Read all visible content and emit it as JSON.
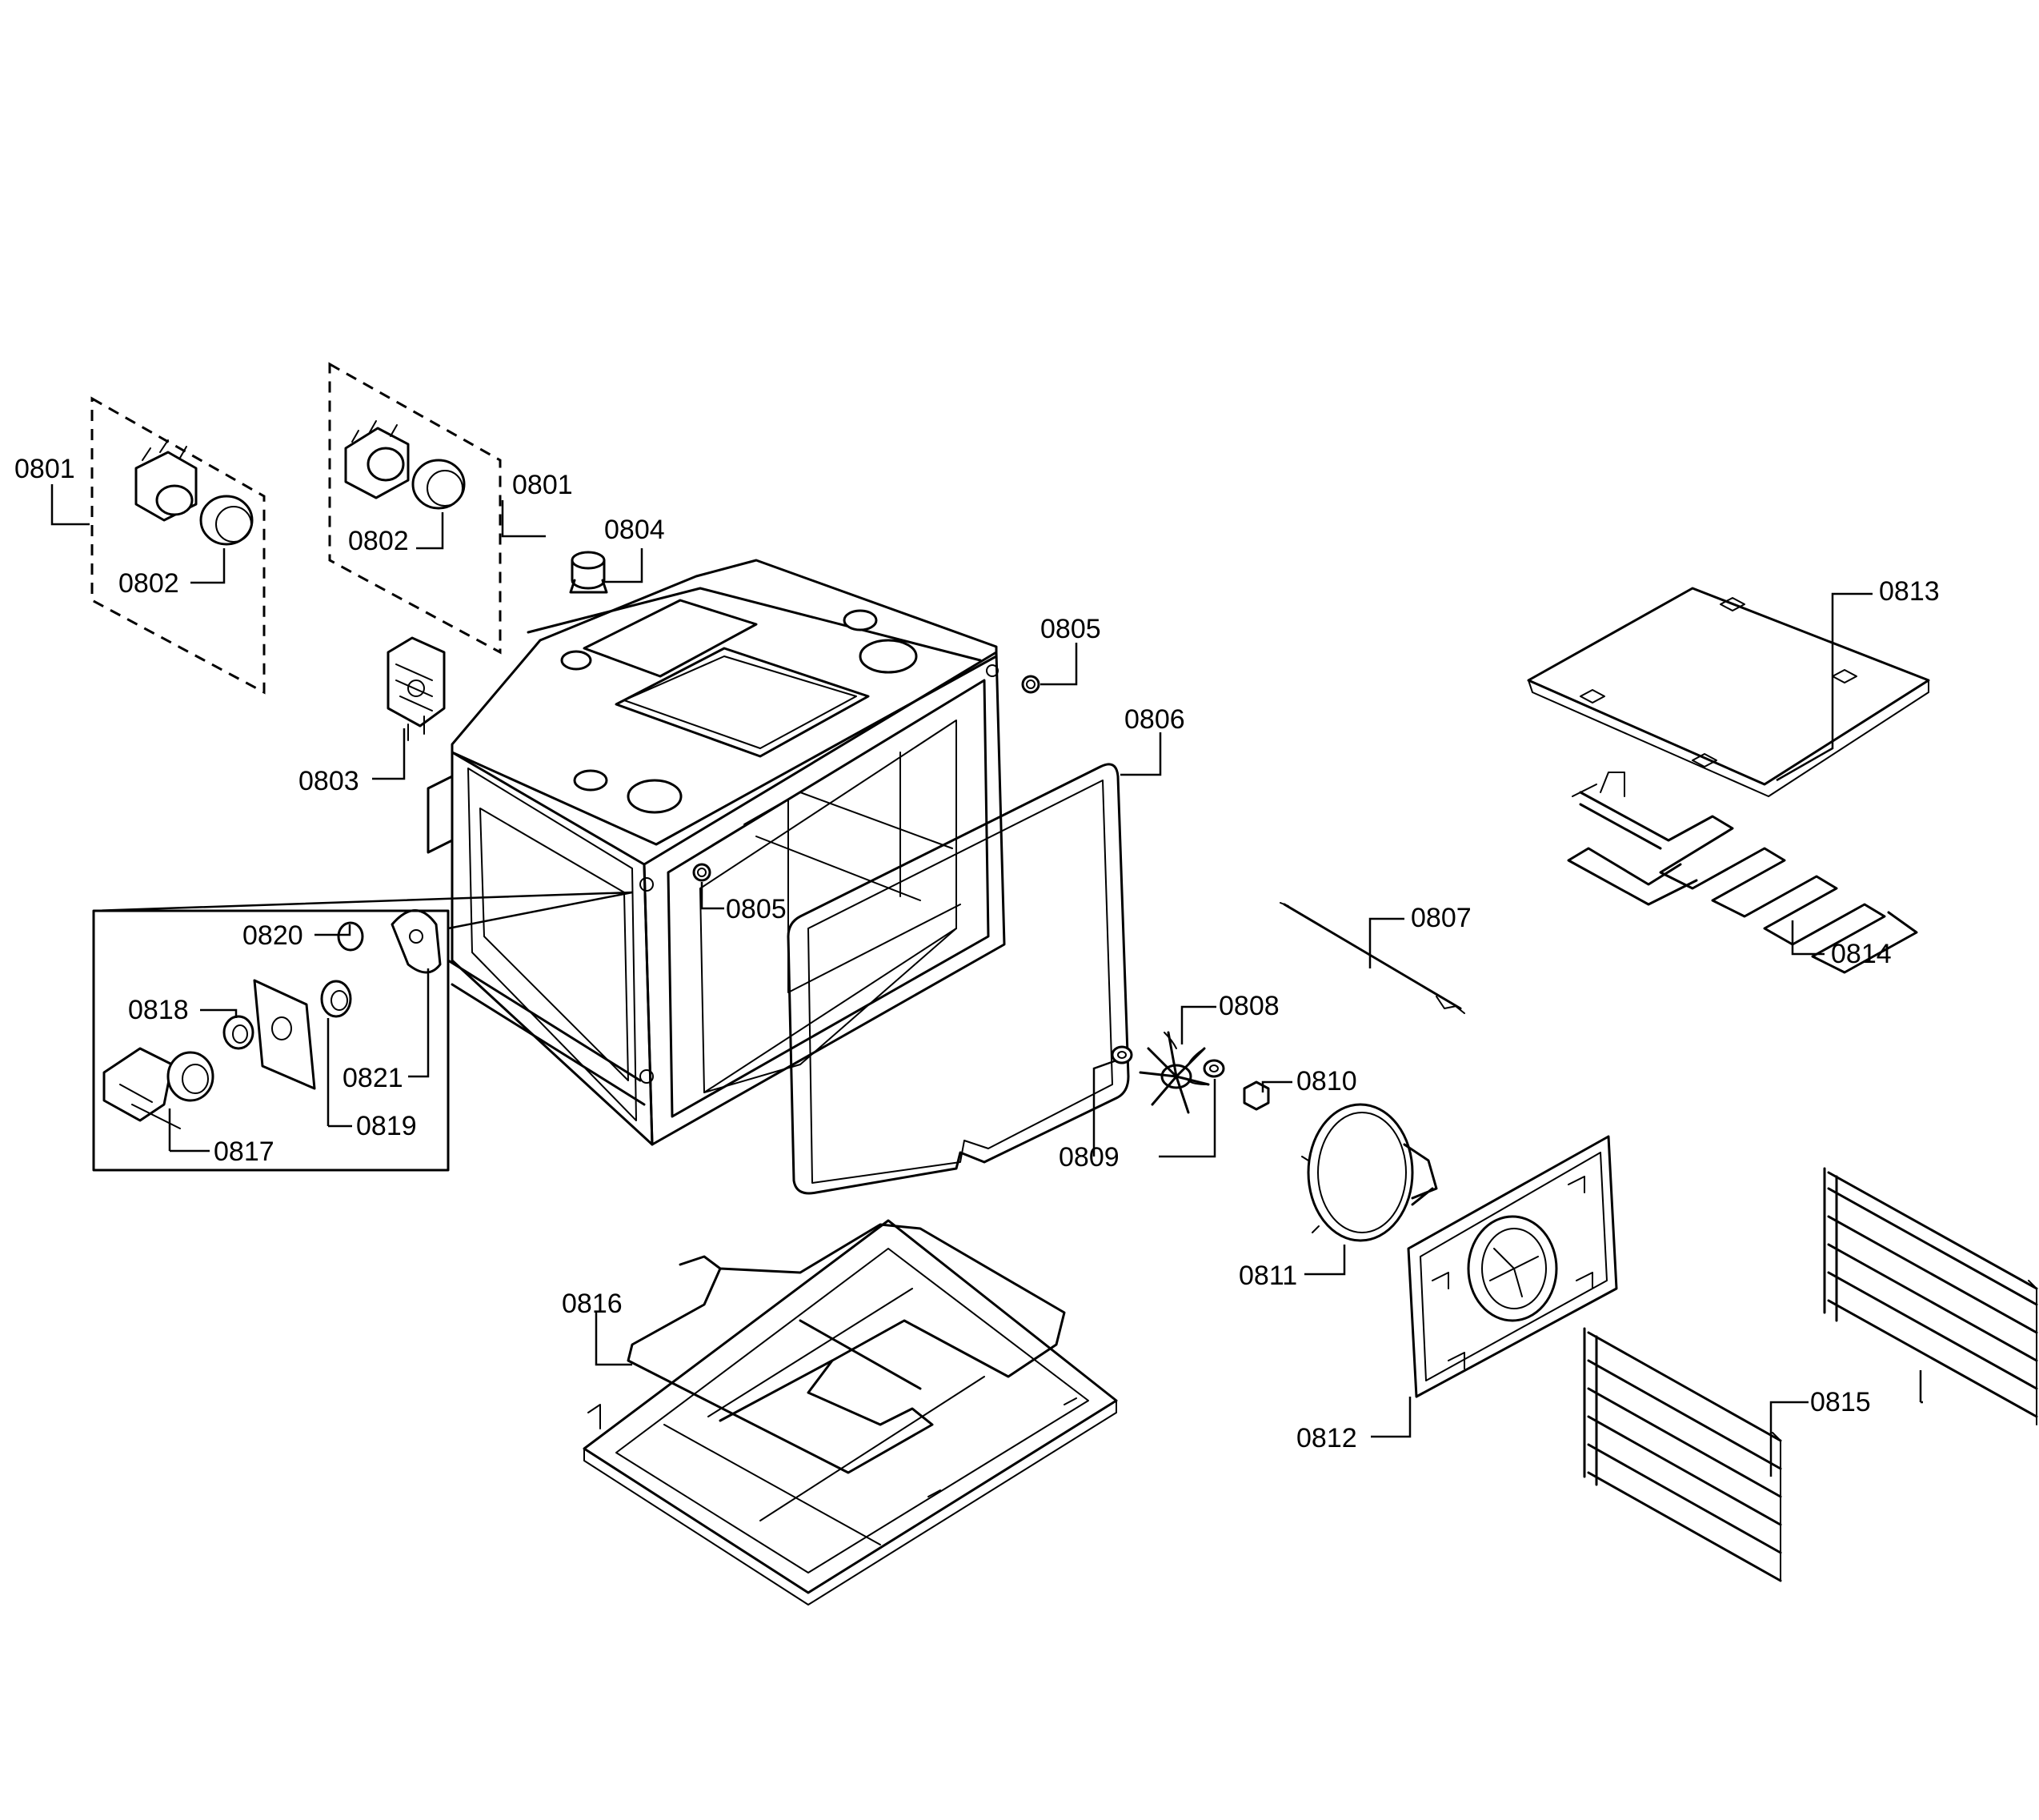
{
  "diagram": {
    "labels": {
      "p0801a": "0801",
      "p0802a": "0802",
      "p0801b": "0801",
      "p0802b": "0802",
      "p0804": "0804",
      "p0803": "0803",
      "p0805a": "0805",
      "p0805b": "0805",
      "p0806": "0806",
      "p0813": "0813",
      "p0814": "0814",
      "p0807": "0807",
      "p0808": "0808",
      "p0810": "0810",
      "p0809": "0809",
      "p0811": "0811",
      "p0812": "0812",
      "p0815": "0815",
      "p0816": "0816",
      "p0820": "0820",
      "p0818": "0818",
      "p0821": "0821",
      "p0819": "0819",
      "p0817": "0817"
    }
  }
}
